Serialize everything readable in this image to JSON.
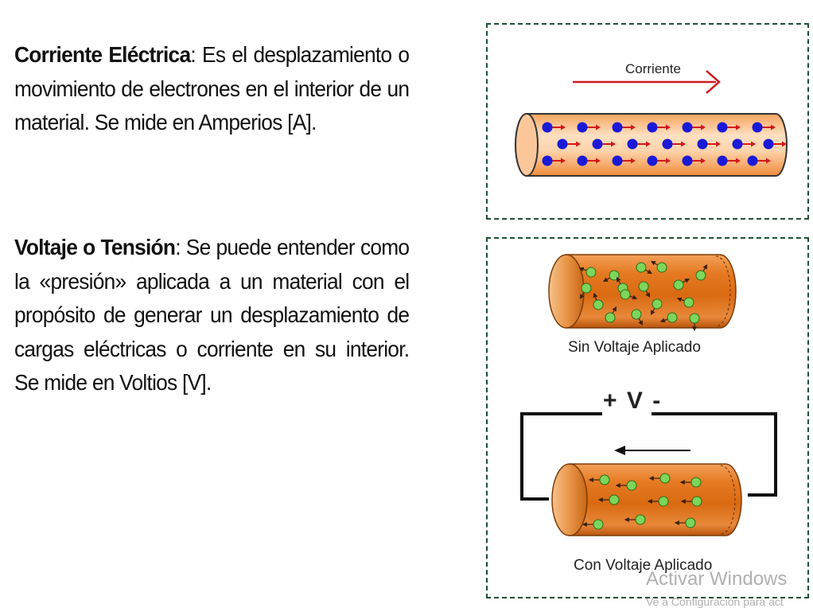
{
  "current_section": {
    "term": "Corriente Eléctrica",
    "definition": ": Es el desplazamiento o movimiento de electrones en el interior de un material. Se mide en Amperios [A]."
  },
  "voltage_section": {
    "term": "Voltaje o Tensión",
    "definition": ": Se puede entender como la «presión» aplicada a un material con el propósito de generar un desplazamiento de cargas eléctricas o corriente en su interior. Se mide en Voltios [V]."
  },
  "current_diagram": {
    "arrow_label": "Corriente"
  },
  "voltage_diagram": {
    "top_caption": "Sin Voltaje Aplicado",
    "source_label": "+ V -",
    "bottom_caption": "Con Voltaje Aplicado"
  },
  "watermark": {
    "line1": "Activar Windows",
    "line2": "Ve a Configuración para act"
  },
  "colors": {
    "electron_blue": "#1a1ad6",
    "electron_green": "#7cd65a",
    "arrow_red": "#d21a1a",
    "copper": "#e07a2a",
    "panel_border": "#1f4f35"
  }
}
